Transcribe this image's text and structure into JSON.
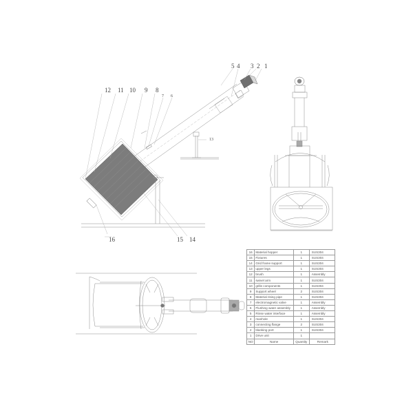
{
  "drawing": {
    "callouts_main_view": {
      "top_right": [
        "5",
        "4",
        "3",
        "2",
        "1"
      ],
      "top_left": [
        "12",
        "11",
        "10",
        "9",
        "8",
        "7",
        "6"
      ],
      "support": "13",
      "bottom": [
        "16",
        "15",
        "14"
      ]
    }
  },
  "bom": {
    "header": {
      "no": "NO",
      "name": "Name",
      "quantity": "Quantity",
      "remark": "Remark"
    },
    "rows": [
      {
        "no": "16",
        "name": "Material hopper",
        "quantity": "1",
        "remark": "SUS304"
      },
      {
        "no": "15",
        "name": "Fixtures",
        "quantity": "1",
        "remark": "SUS304"
      },
      {
        "no": "14",
        "name": "Grid frame support",
        "quantity": "1",
        "remark": "SUS304"
      },
      {
        "no": "13",
        "name": "upper legs",
        "quantity": "1",
        "remark": "SUS304"
      },
      {
        "no": "12",
        "name": "brush",
        "quantity": "1",
        "remark": "Assembly"
      },
      {
        "no": "11",
        "name": "swivel arm",
        "quantity": "1",
        "remark": "SUS304"
      },
      {
        "no": "10",
        "name": "grille components",
        "quantity": "1",
        "remark": "SUS304"
      },
      {
        "no": "9",
        "name": "Support wheel",
        "quantity": "2",
        "remark": "SUS304"
      },
      {
        "no": "8",
        "name": "Material rising pipe",
        "quantity": "1",
        "remark": "SUS304"
      },
      {
        "no": "7",
        "name": "electromagnetic valve",
        "quantity": "1",
        "remark": "Assembly"
      },
      {
        "no": "6",
        "name": "Flushing water assembly",
        "quantity": "1",
        "remark": "Assembly"
      },
      {
        "no": "5",
        "name": "Rinse water interface",
        "quantity": "1",
        "remark": "Assembly"
      },
      {
        "no": "4",
        "name": "manhole",
        "quantity": "1",
        "remark": "SUS304"
      },
      {
        "no": "3",
        "name": "connecting flange",
        "quantity": "2",
        "remark": "SUS304"
      },
      {
        "no": "2",
        "name": "blanking port",
        "quantity": "1",
        "remark": "SUS304"
      },
      {
        "no": "1",
        "name": "Drive unit",
        "quantity": "1",
        "remark": ""
      }
    ]
  }
}
